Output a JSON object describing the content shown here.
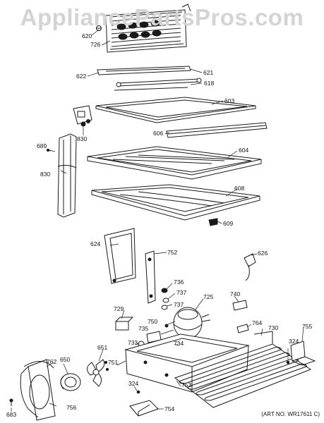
{
  "watermark": "AppliancePartsPros.com",
  "art_number": "(ART NO. WR17611 C)",
  "callouts": [
    {
      "id": "620",
      "text": "620"
    },
    {
      "id": "726",
      "text": "726"
    },
    {
      "id": "622",
      "text": "622"
    },
    {
      "id": "621",
      "text": "621"
    },
    {
      "id": "618",
      "text": "618"
    },
    {
      "id": "603",
      "text": "603"
    },
    {
      "id": "830a",
      "text": "830"
    },
    {
      "id": "606",
      "text": "606"
    },
    {
      "id": "689",
      "text": "689"
    },
    {
      "id": "830b",
      "text": "830"
    },
    {
      "id": "604",
      "text": "604"
    },
    {
      "id": "608",
      "text": "608"
    },
    {
      "id": "609",
      "text": "609"
    },
    {
      "id": "624",
      "text": "624"
    },
    {
      "id": "752",
      "text": "752"
    },
    {
      "id": "626",
      "text": "626"
    },
    {
      "id": "736",
      "text": "736"
    },
    {
      "id": "737a",
      "text": "737"
    },
    {
      "id": "737b",
      "text": "737"
    },
    {
      "id": "740",
      "text": "740"
    },
    {
      "id": "725",
      "text": "725"
    },
    {
      "id": "729",
      "text": "729"
    },
    {
      "id": "750",
      "text": "750"
    },
    {
      "id": "764",
      "text": "764"
    },
    {
      "id": "735",
      "text": "735"
    },
    {
      "id": "730",
      "text": "730"
    },
    {
      "id": "755",
      "text": "755"
    },
    {
      "id": "733",
      "text": "733"
    },
    {
      "id": "734",
      "text": "734"
    },
    {
      "id": "324a",
      "text": "324"
    },
    {
      "id": "651",
      "text": "651"
    },
    {
      "id": "762",
      "text": "762"
    },
    {
      "id": "650",
      "text": "650"
    },
    {
      "id": "751",
      "text": "751"
    },
    {
      "id": "753",
      "text": "753"
    },
    {
      "id": "324b",
      "text": "324"
    },
    {
      "id": "754",
      "text": "754"
    },
    {
      "id": "683",
      "text": "683"
    },
    {
      "id": "756",
      "text": "756"
    }
  ]
}
